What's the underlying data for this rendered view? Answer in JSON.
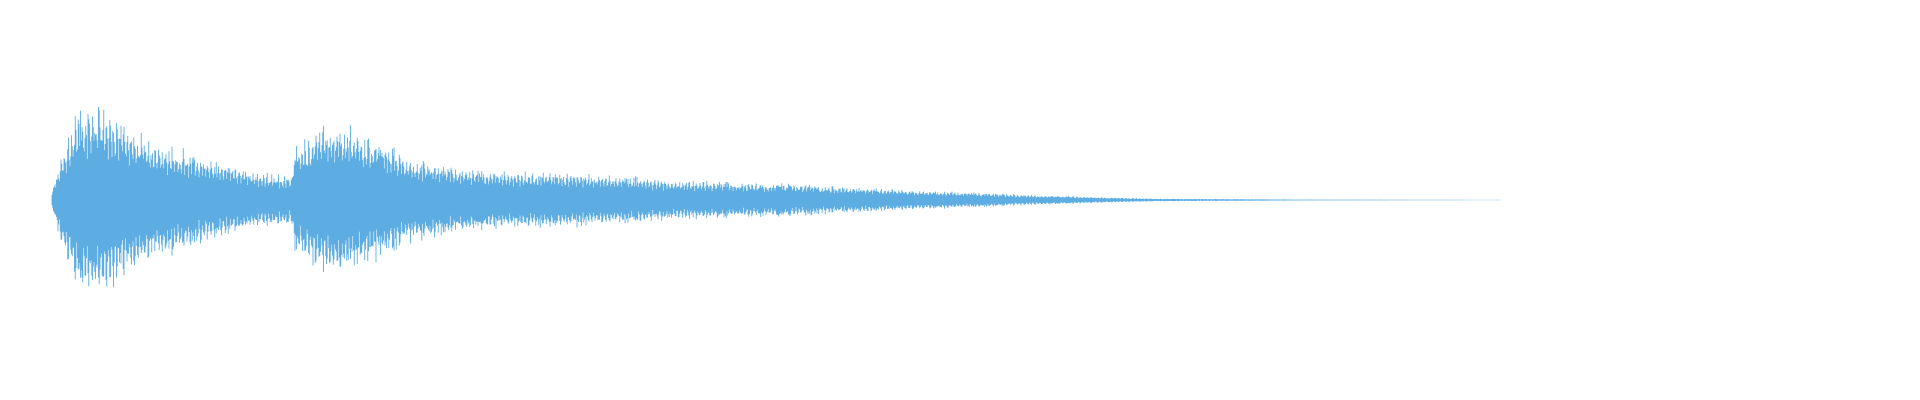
{
  "waveform": {
    "color": "#5dade2",
    "background": "#ffffff",
    "envelope_keyframes": [
      [
        0.0,
        0.1
      ],
      [
        0.006,
        0.45
      ],
      [
        0.018,
        0.92
      ],
      [
        0.03,
        1.0
      ],
      [
        0.05,
        0.8
      ],
      [
        0.075,
        0.6
      ],
      [
        0.11,
        0.42
      ],
      [
        0.145,
        0.28
      ],
      [
        0.165,
        0.24
      ],
      [
        0.168,
        0.55
      ],
      [
        0.185,
        0.74
      ],
      [
        0.205,
        0.78
      ],
      [
        0.225,
        0.62
      ],
      [
        0.25,
        0.42
      ],
      [
        0.3,
        0.3
      ],
      [
        0.36,
        0.28
      ],
      [
        0.44,
        0.2
      ],
      [
        0.52,
        0.16
      ],
      [
        0.6,
        0.1
      ],
      [
        0.68,
        0.05
      ],
      [
        0.76,
        0.015
      ],
      [
        0.88,
        0.004
      ],
      [
        1.0,
        0.0
      ]
    ]
  }
}
